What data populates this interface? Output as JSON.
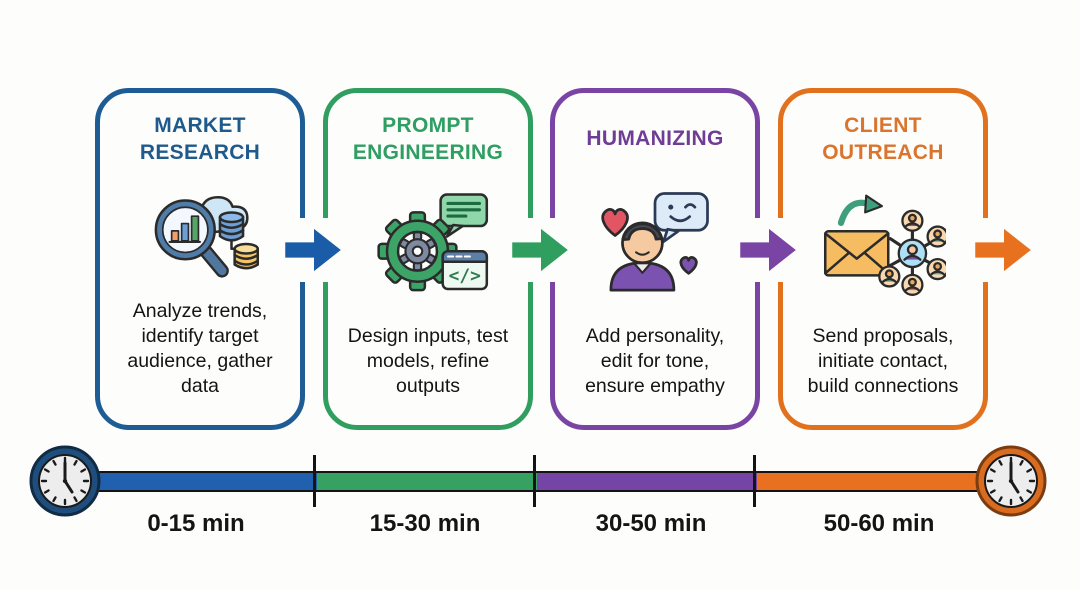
{
  "stages": [
    {
      "title": "MARKET RESEARCH",
      "description": "Analyze trends, identify target audience, gather data",
      "accent_color": "#1d5c94",
      "icon": "magnifier-chart-cloud-database-icon",
      "duration_label": "0-15 min"
    },
    {
      "title": "PROMPT ENGINEERING",
      "description": "Design inputs, test models, refine outputs",
      "accent_color": "#2f9e5f",
      "icon": "gear-speech-code-icon",
      "duration_label": "15-30 min"
    },
    {
      "title": "HUMANIZING",
      "description": "Add personality, edit for tone, ensure empathy",
      "accent_color": "#7a44a5",
      "icon": "person-hearts-speech-icon",
      "duration_label": "30-50 min"
    },
    {
      "title": "CLIENT OUTREACH",
      "description": "Send proposals, initiate contact, build connections",
      "accent_color": "#e2711d",
      "icon": "envelope-network-icon",
      "duration_label": "50-60 min"
    }
  ],
  "arrows": [
    {
      "color": "#1b5ca8"
    },
    {
      "color": "#2f9e5f"
    },
    {
      "color": "#7a44a5"
    },
    {
      "color": "#e8711f"
    }
  ],
  "timeline": {
    "segments": [
      {
        "label": "0-15 min",
        "color": "#2160ae"
      },
      {
        "label": "15-30 min",
        "color": "#36a160"
      },
      {
        "label": "30-50 min",
        "color": "#7445a5"
      },
      {
        "label": "50-60 min",
        "color": "#e8701f"
      }
    ],
    "start_clock_ring_color": "#1e4e7e",
    "end_clock_ring_color": "#d96c1f"
  }
}
